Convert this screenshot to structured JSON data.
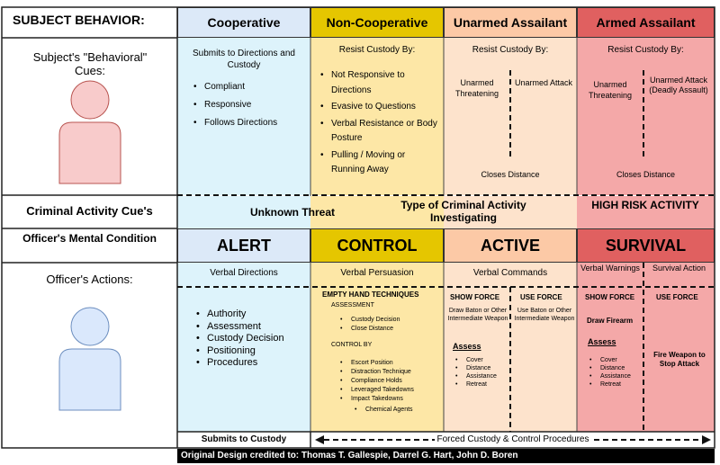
{
  "colors": {
    "cooperative": "#dce9f8",
    "cooperative_light": "#ddf3fb",
    "noncoop": "#e5c600",
    "noncoop_light": "#fde9a8",
    "unarmed": "#fdd0b1",
    "unarmed_light": "#fde0c8",
    "armed": "#e06060",
    "armed_light": "#f4a3a3",
    "footer": "#000000"
  },
  "left": {
    "subject_behavior": "SUBJECT BEHAVIOR:",
    "behavioral_cues": "Subject's \"Behavioral\" Cues:",
    "criminal_activity": "Criminal Activity Cue's",
    "mental_condition": "Officer's Mental Condition",
    "actions": "Officer's Actions:"
  },
  "headers": [
    "Cooperative",
    "Non-Cooperative",
    "Unarmed Assailant",
    "Armed Assailant"
  ],
  "cooperative": {
    "top": "Submits to Directions and Custody",
    "bullets": [
      "Compliant",
      "Responsive",
      "Follows Directions"
    ]
  },
  "noncoop": {
    "top": "Resist Custody By:",
    "bullets": [
      "Not Responsive to Directions",
      "Evasive to Questions",
      "Verbal Resistance or Body Posture",
      "Pulling / Moving or Running Away"
    ]
  },
  "unarmed": {
    "top": "Resist Custody By:",
    "left": "Unarmed Threatening",
    "right": "Unarmed Attack",
    "bottom": "Closes Distance"
  },
  "armed": {
    "top": "Resist Custody By:",
    "left": "Unarmed Threatening",
    "right": "Unarmed Attack (Deadly Assault)",
    "bottom": "Closes Distance"
  },
  "criminal": {
    "unknown": "Unknown Threat",
    "type": "Type of Criminal Activity Investigating",
    "high": "HIGH RISK ACTIVITY"
  },
  "mental": [
    "ALERT",
    "CONTROL",
    "ACTIVE",
    "SURVIVAL"
  ],
  "verbal": {
    "coop": "Verbal Directions",
    "noncoop": "Verbal Persuasion",
    "unarmed": "Verbal Commands",
    "armed_left": "Verbal Warnings",
    "armed_right": "Survival Action"
  },
  "actions_coop": [
    "Authority",
    "Assessment",
    "Custody Decision",
    "Positioning",
    "Procedures"
  ],
  "empty_hand": {
    "title": "EMPTY HAND TECHNIQUES",
    "assessment": "ASSESSMENT",
    "assess_items": [
      "Custody Decision",
      "Close Distance"
    ],
    "control": "CONTROL BY",
    "control_items": [
      "Escort Position",
      "Distraction Technique",
      "Compliance Holds",
      "Leveraged Takedowns",
      "Impact Takedowns"
    ],
    "chemical": "Chemical Agents"
  },
  "unarmed_actions": {
    "show": "SHOW FORCE",
    "show_text": "Draw Baton or Other Intermediate Weapon",
    "assess": "Assess",
    "assess_items": [
      "Cover",
      "Distance",
      "Assistance",
      "Retreat"
    ],
    "use": "USE FORCE",
    "use_text": "Use Baton or Other Intermediate Weapon"
  },
  "armed_actions": {
    "show": "SHOW FORCE",
    "show_text": "Draw Firearm",
    "assess": "Assess",
    "assess_items": [
      "Cover",
      "Distance",
      "Assistance",
      "Retreat"
    ],
    "use": "USE FORCE",
    "use_text": "Fire Weapon to Stop Attack"
  },
  "bottom": {
    "submits": "Submits to Custody",
    "forced": "Forced Custody  & Control Procedures"
  },
  "credit": "Original Design credited to: Thomas T. Gallespie, Darrel G. Hart, John D. Boren"
}
